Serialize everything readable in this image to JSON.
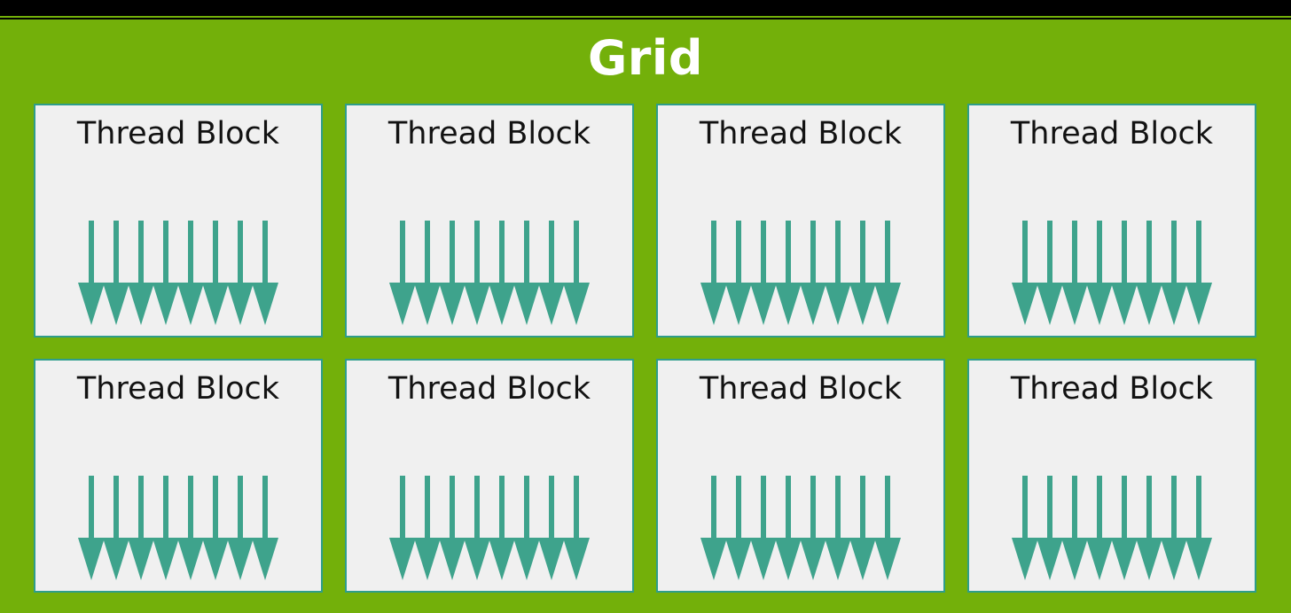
{
  "slide": {
    "title": "Grid",
    "background_color": "#73b00a",
    "title_color": "#ffffff",
    "top_band_color": "#000000",
    "rule_color": "#73b00a"
  },
  "block": {
    "label": "Thread Block",
    "card_background": "#f0f0f0",
    "card_border_color": "#2e9d8b",
    "arrow_color": "#3ea38c",
    "label_color": "#121212",
    "arrows_per_block": 8,
    "arrow_icon_name": "thread-arrow-down-icon"
  },
  "grid": {
    "columns": 4,
    "rows": 2,
    "blocks": [
      {
        "label": "Thread Block",
        "arrows": 8
      },
      {
        "label": "Thread Block",
        "arrows": 8
      },
      {
        "label": "Thread Block",
        "arrows": 8
      },
      {
        "label": "Thread Block",
        "arrows": 8
      },
      {
        "label": "Thread Block",
        "arrows": 8
      },
      {
        "label": "Thread Block",
        "arrows": 8
      },
      {
        "label": "Thread Block",
        "arrows": 8
      },
      {
        "label": "Thread Block",
        "arrows": 8
      }
    ]
  }
}
